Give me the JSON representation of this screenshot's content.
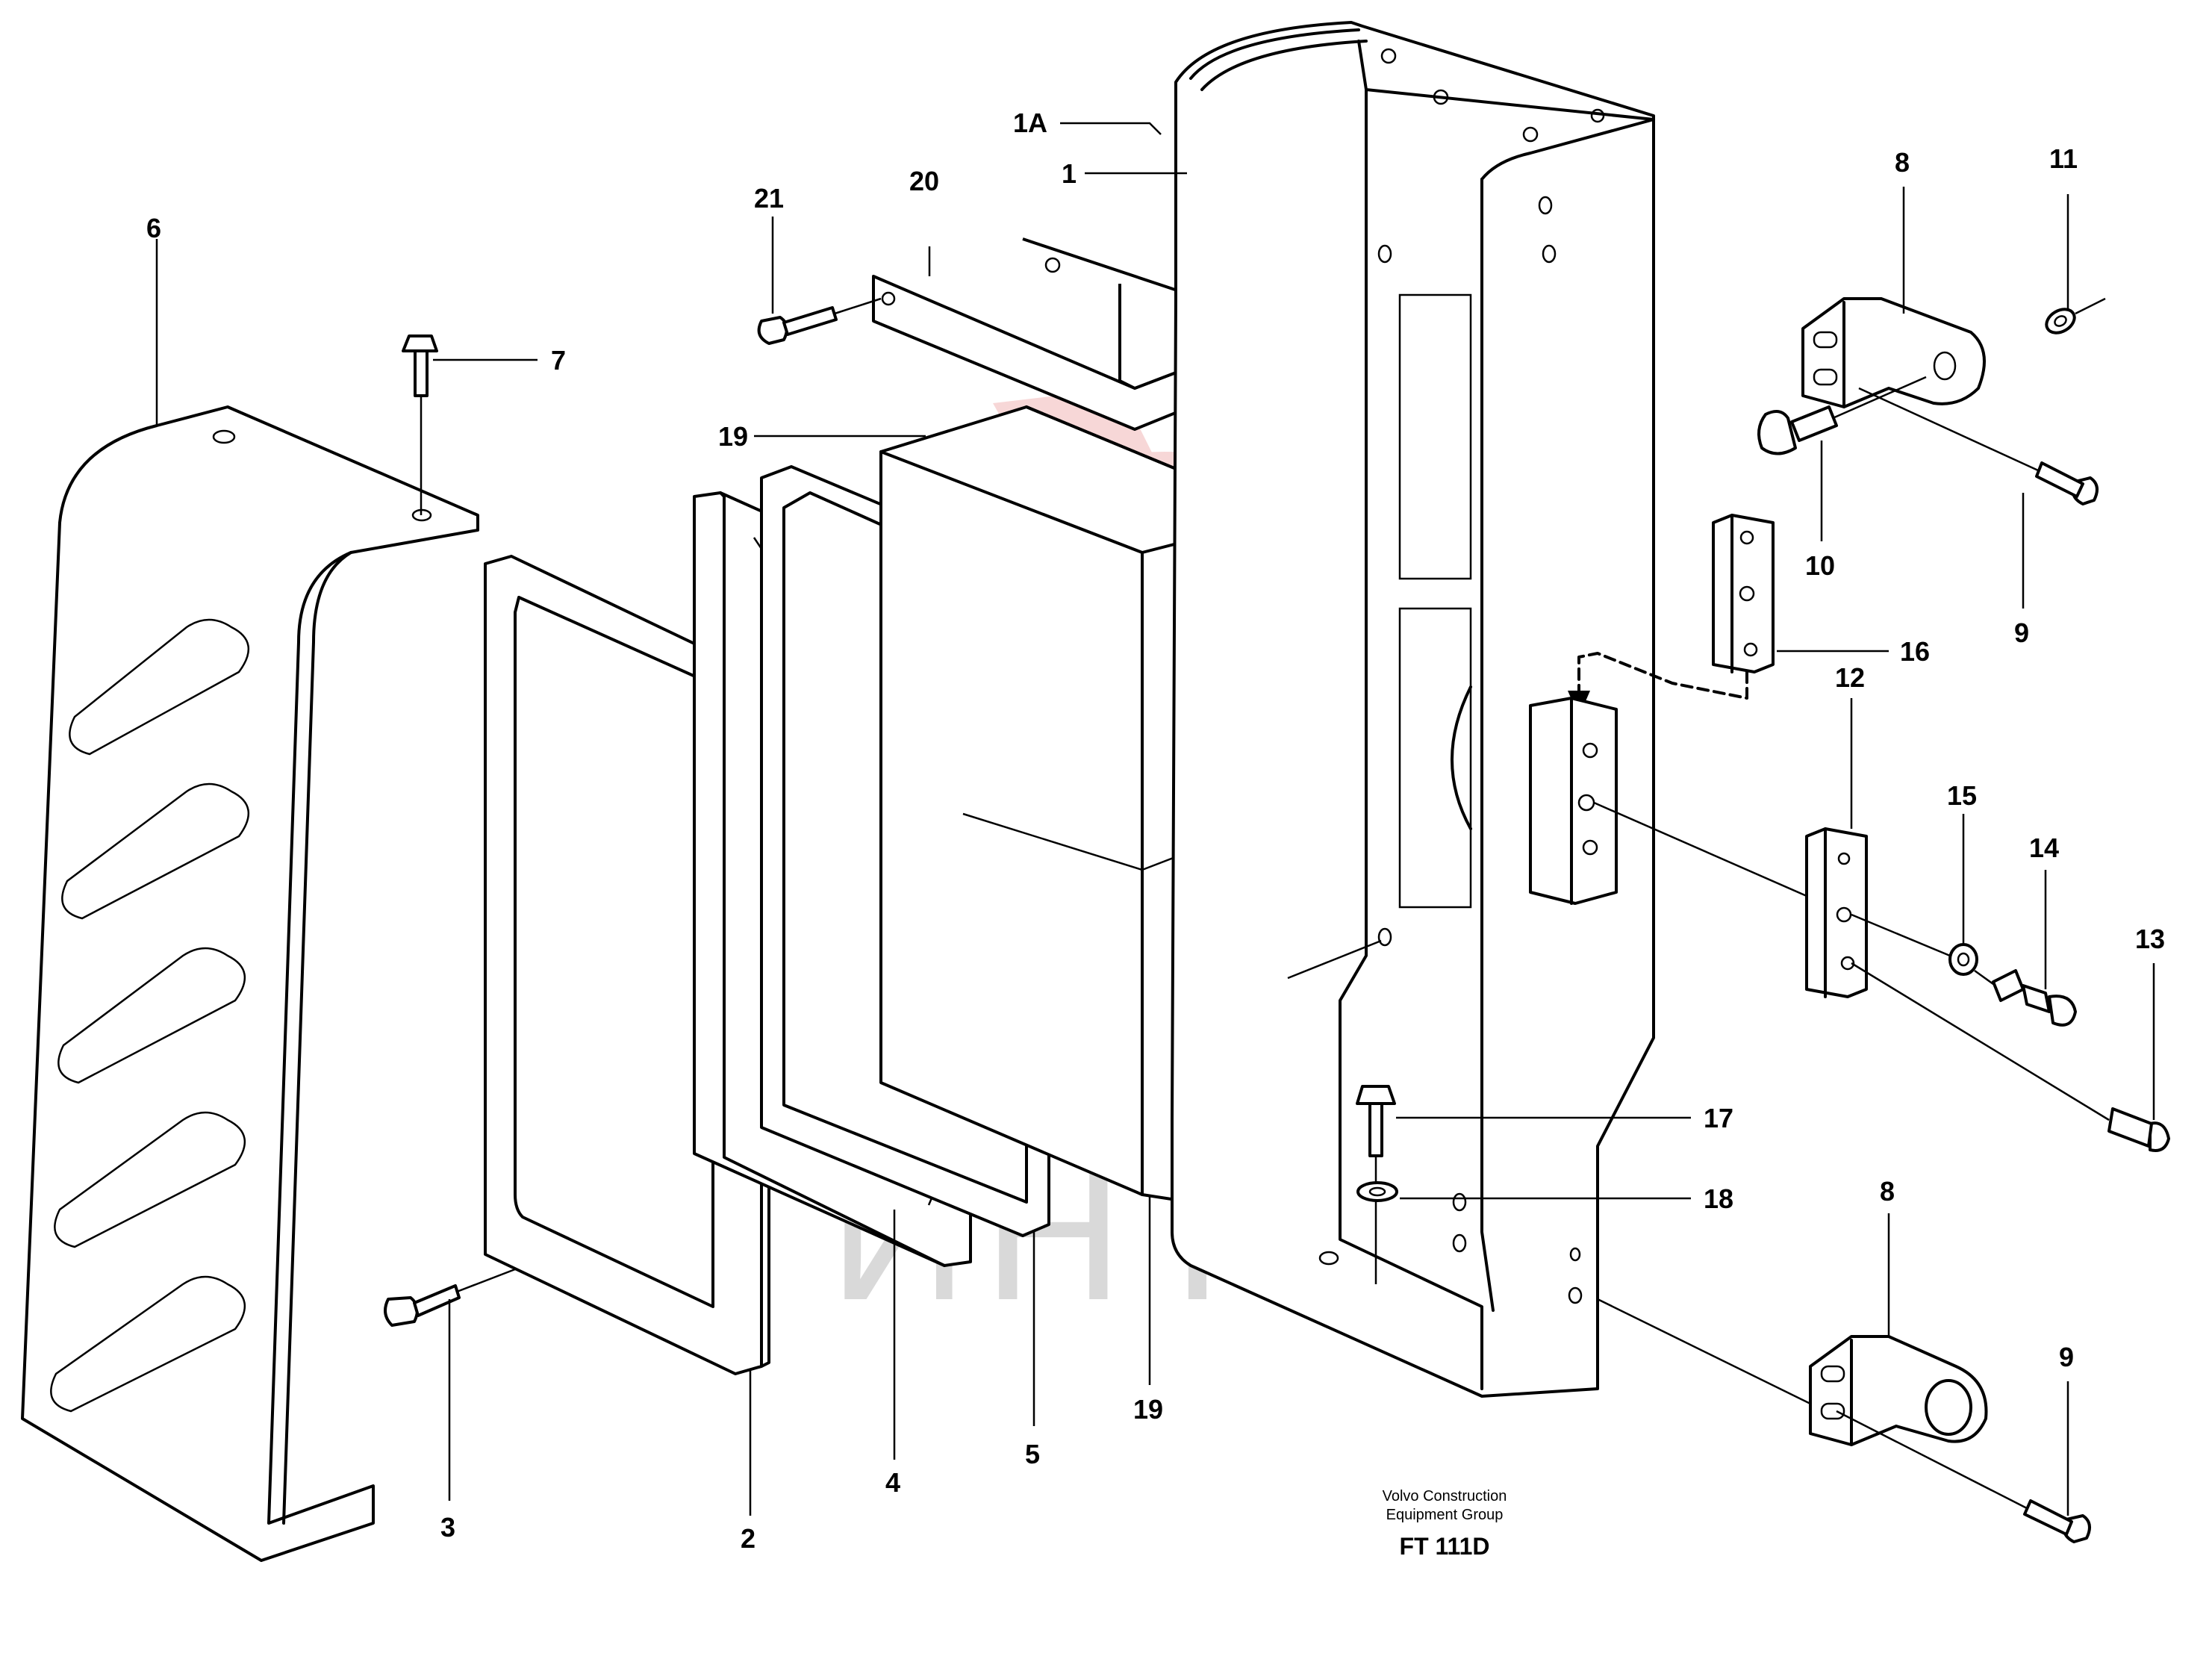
{
  "diagram": {
    "callouts": [
      {
        "id": "c-1A",
        "text": "1A"
      },
      {
        "id": "c-1",
        "text": "1"
      },
      {
        "id": "c-2",
        "text": "2"
      },
      {
        "id": "c-3",
        "text": "3"
      },
      {
        "id": "c-4",
        "text": "4"
      },
      {
        "id": "c-5",
        "text": "5"
      },
      {
        "id": "c-6",
        "text": "6"
      },
      {
        "id": "c-7",
        "text": "7"
      },
      {
        "id": "c-8a",
        "text": "8"
      },
      {
        "id": "c-8b",
        "text": "8"
      },
      {
        "id": "c-9a",
        "text": "9"
      },
      {
        "id": "c-9b",
        "text": "9"
      },
      {
        "id": "c-10",
        "text": "10"
      },
      {
        "id": "c-11",
        "text": "11"
      },
      {
        "id": "c-12",
        "text": "12"
      },
      {
        "id": "c-13",
        "text": "13"
      },
      {
        "id": "c-14",
        "text": "14"
      },
      {
        "id": "c-15",
        "text": "15"
      },
      {
        "id": "c-16",
        "text": "16"
      },
      {
        "id": "c-17",
        "text": "17"
      },
      {
        "id": "c-18",
        "text": "18"
      },
      {
        "id": "c-19a",
        "text": "19"
      },
      {
        "id": "c-19b",
        "text": "19"
      },
      {
        "id": "c-20",
        "text": "20"
      },
      {
        "id": "c-21",
        "text": "21"
      }
    ],
    "footer": {
      "line1": "Volvo Construction",
      "line2": "Equipment Group",
      "code": "FT 111D"
    },
    "watermark": "ИНТЕХ",
    "colors": {
      "line": "#000000",
      "watermark_logo": "#f2b8b8",
      "watermark_text": "#d9d9d9"
    }
  }
}
